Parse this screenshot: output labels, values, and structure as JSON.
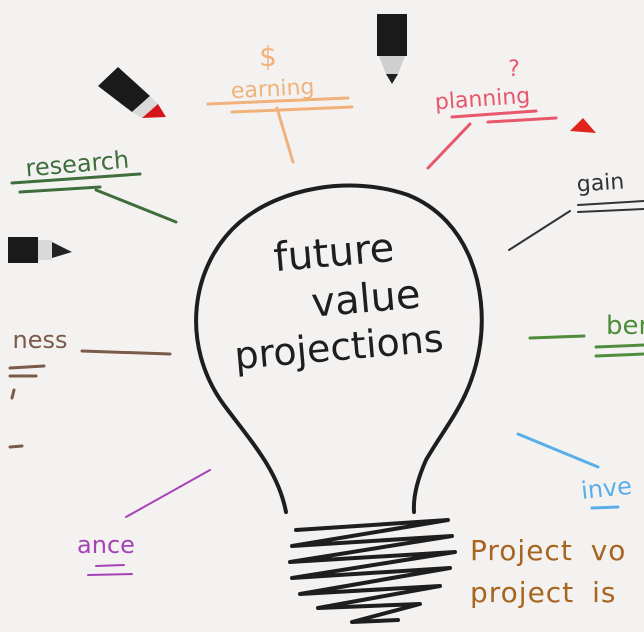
{
  "bulb": {
    "line1": "future",
    "line2": "value",
    "line3": "projections"
  },
  "keywords": {
    "dollar": "$",
    "earning": "earning",
    "question": "?",
    "planning": "planning",
    "research": "research",
    "gain": "gain",
    "business": "ness",
    "benefit": "ben",
    "finance": "ance",
    "investment": "inve"
  },
  "caption": {
    "line1": "Project vo",
    "line2": "project is"
  },
  "colors": {
    "background": "#f4f2f1",
    "ink": "#1e1e1e",
    "earning": "#f0b27a",
    "planning": "#e8576b",
    "research": "#3f6e3c",
    "gain": "#333333",
    "business": "#7a5a48",
    "benefit": "#4f8d3c",
    "finance": "#a642b8",
    "investment": "#5aaee8",
    "caption": "#a8651f"
  }
}
